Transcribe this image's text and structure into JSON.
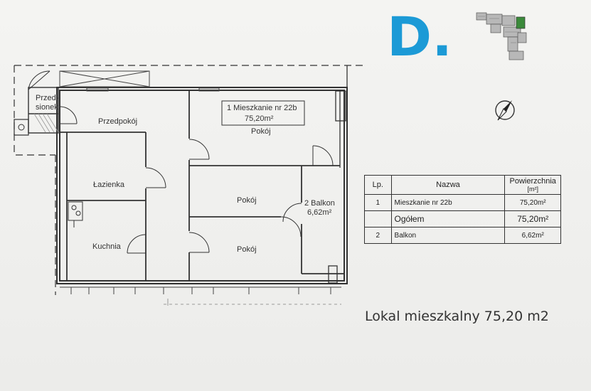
{
  "block_letter": "D.",
  "rooms": {
    "vestibule_line1": "Przed-",
    "vestibule_line2": "sionek",
    "hall": "Przedpokój",
    "bathroom": "Łazienka",
    "kitchen": "Kuchnia",
    "room_top": "Pokój",
    "room_middle": "Pokój",
    "room_bottom": "Pokój",
    "apartment_line1": "1  Mieszkanie nr 22b",
    "apartment_line2": "75,20m²",
    "balcony_line1": "2  Balkon",
    "balcony_line2": "6,62m²"
  },
  "table": {
    "headers": {
      "lp": "Lp.",
      "name": "Nazwa",
      "area_line1": "Powierzchnia",
      "area_line2": "[m²]"
    },
    "rows": [
      {
        "lp": "1",
        "name": "Mieszkanie nr 22b",
        "area": "75,20m²"
      },
      {
        "lp": "",
        "name": "Ogółem",
        "area": "75,20m²"
      },
      {
        "lp": "2",
        "name": "Balkon",
        "area": "6,62m²"
      }
    ]
  },
  "caption": "Lokal mieszkalny 75,20 m2",
  "colors": {
    "accent": "#1c9ad6",
    "line": "#333333",
    "minimap_highlight": "#3b8a3b"
  },
  "icons": {
    "compass": "north-arrow-icon",
    "minimap": "building-location-minimap-icon"
  }
}
